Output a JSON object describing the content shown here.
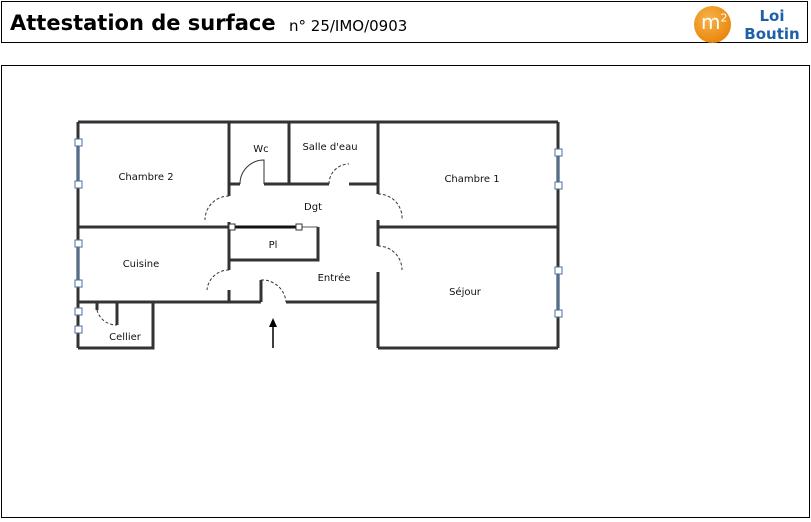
{
  "header": {
    "title": "Attestation de surface",
    "reference": "n° 25/IMO/0903",
    "logo": {
      "symbol": "m",
      "superscript": "2",
      "line1": "Loi",
      "line2": "Boutin",
      "circle_color": "#ea8a12",
      "text_color": "#1f5fa8"
    }
  },
  "plan": {
    "rooms": {
      "chambre2": "Chambre 2",
      "wc": "Wc",
      "salle_eau": "Salle d'eau",
      "chambre1": "Chambre 1",
      "dgt": "Dgt",
      "pl": "Pl",
      "cuisine": "Cuisine",
      "entree": "Entrée",
      "sejour": "Séjour",
      "cellier": "Cellier"
    },
    "entrance_arrow_icon": "arrow-up-icon"
  }
}
